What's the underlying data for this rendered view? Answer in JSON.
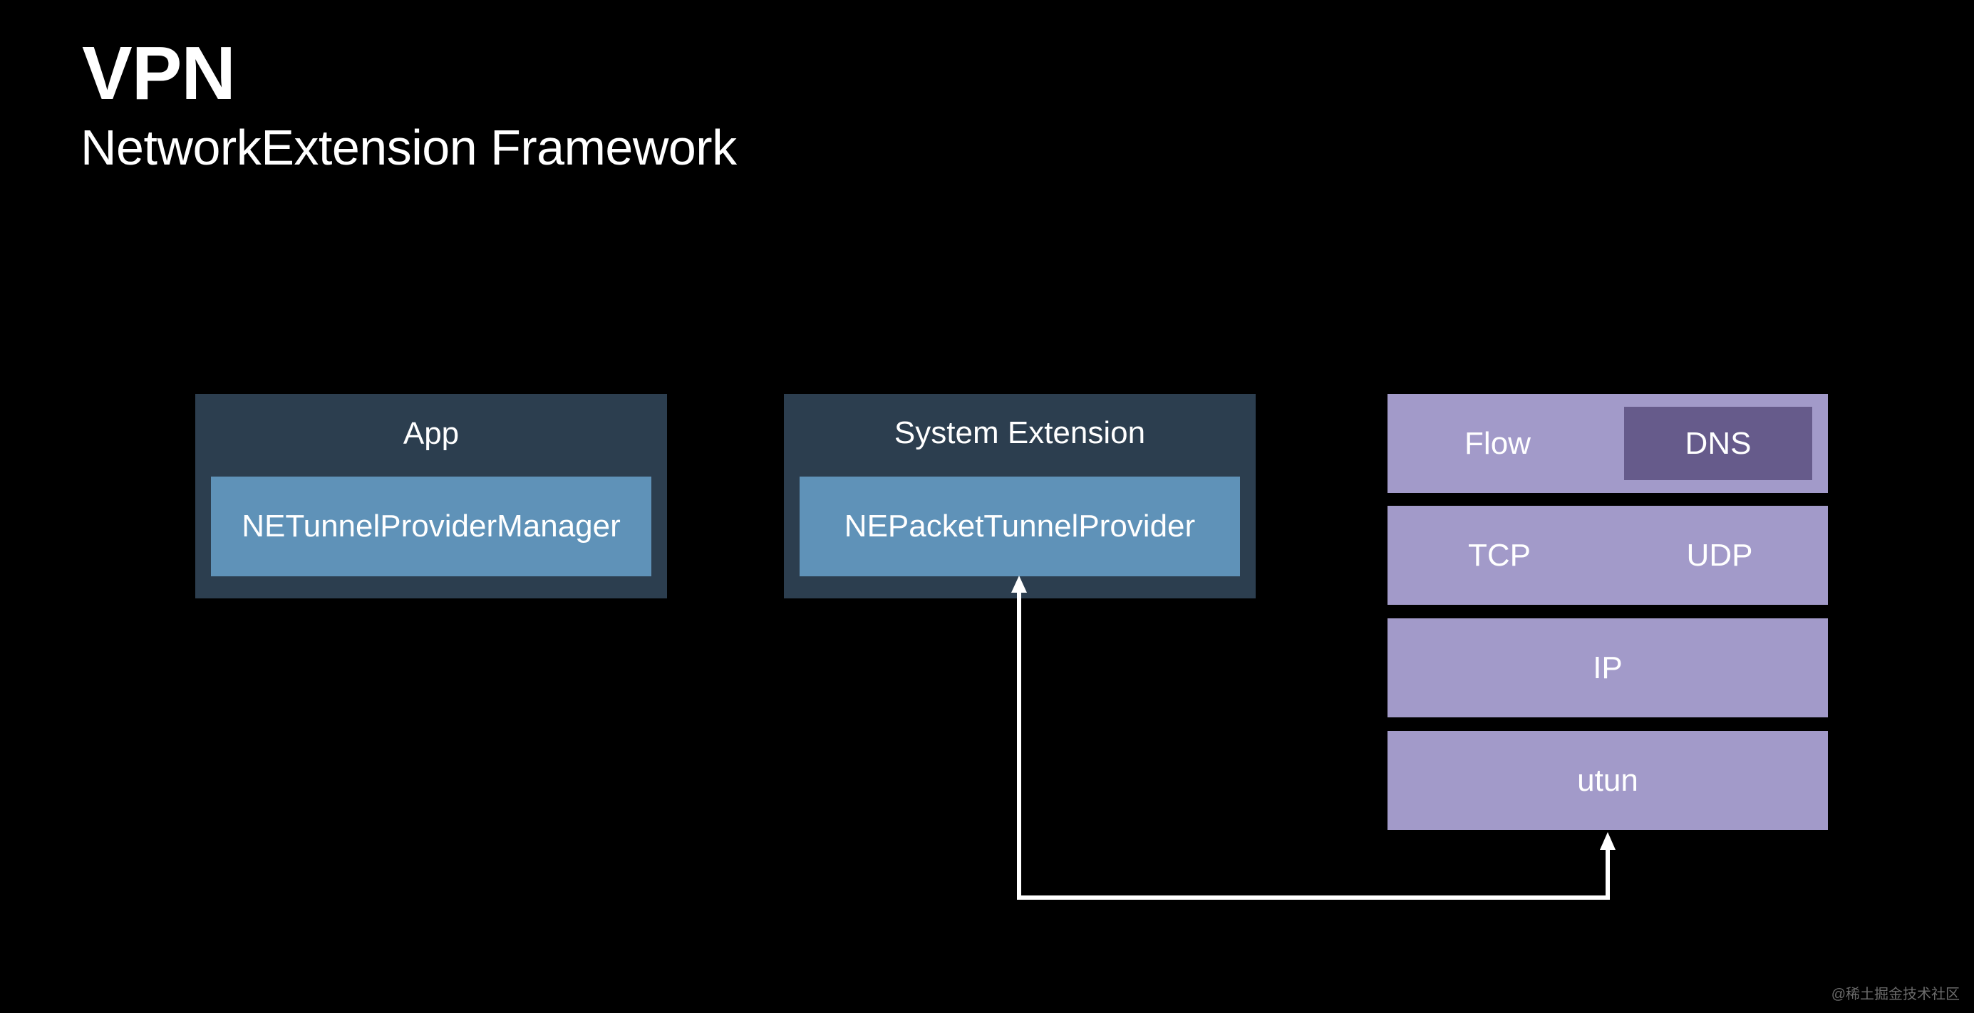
{
  "header": {
    "title": "VPN",
    "subtitle": "NetworkExtension Framework"
  },
  "app_panel": {
    "label": "App",
    "component": "NETunnelProviderManager"
  },
  "extension_panel": {
    "label": "System Extension",
    "component": "NEPacketTunnelProvider"
  },
  "network_stack": {
    "layers": [
      {
        "left": "Flow",
        "right": "DNS"
      },
      {
        "left": "TCP",
        "right": "UDP"
      },
      {
        "center": "IP"
      },
      {
        "center": "utun"
      }
    ]
  },
  "connection": {
    "from": "utun",
    "to": "NEPacketTunnelProvider",
    "bidirectional": true
  },
  "watermark": "@稀土掘金技术社区",
  "colors": {
    "background": "#000000",
    "panel": "#2c3e4f",
    "component": "#5f92b8",
    "stack_layer": "#a29ac9",
    "dns_highlight": "#665b8b",
    "text": "#ffffff",
    "arrow": "#ffffff"
  }
}
